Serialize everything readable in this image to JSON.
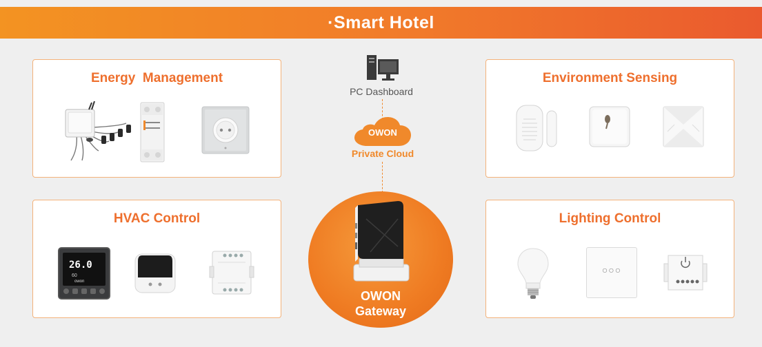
{
  "header": {
    "title": "·Smart Hotel"
  },
  "center": {
    "pc_label": "PC Dashboard",
    "cloud_brand": "OWON",
    "cloud_label": "Private Cloud",
    "gateway_line1": "OWON",
    "gateway_line2": "Gateway"
  },
  "cards": {
    "energy": {
      "title": "Energy  Management"
    },
    "environment": {
      "title": "Environment Sensing"
    },
    "hvac": {
      "title": "HVAC Control",
      "thermostat_reading": "26.0",
      "thermostat_sub": "60",
      "thermostat_brand": "owon"
    },
    "lighting": {
      "title": "Lighting Control",
      "switch_symbol": "○○○"
    }
  },
  "colors": {
    "accent": "#ee6f2d",
    "banner_start": "#f39322",
    "banner_end": "#ea5a2e",
    "card_border": "#f3b27a",
    "background": "#efefef"
  }
}
